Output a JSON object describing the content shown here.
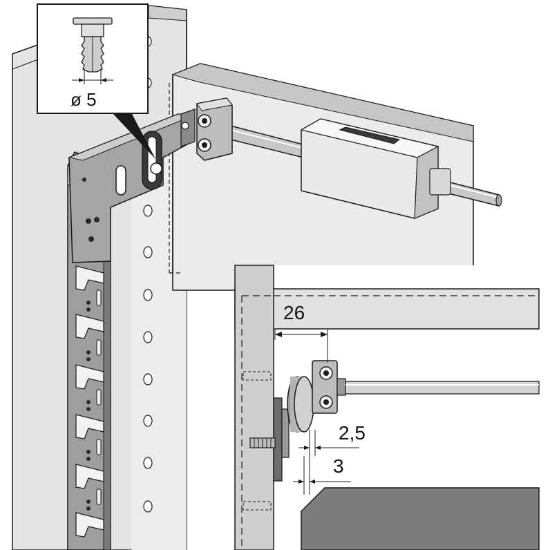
{
  "labels": {
    "pin_diameter": "ø 5",
    "offset_26": "26",
    "gap_2_5": "2,5",
    "gap_3": "3"
  },
  "colors": {
    "panel_light": "#e6e6e6",
    "panel_mid": "#d2d2d2",
    "panel_dark": "#b4b4b4",
    "metal": "#9a9a9a",
    "metal_dark": "#6e6e6e",
    "outline": "#1a1a1a"
  }
}
